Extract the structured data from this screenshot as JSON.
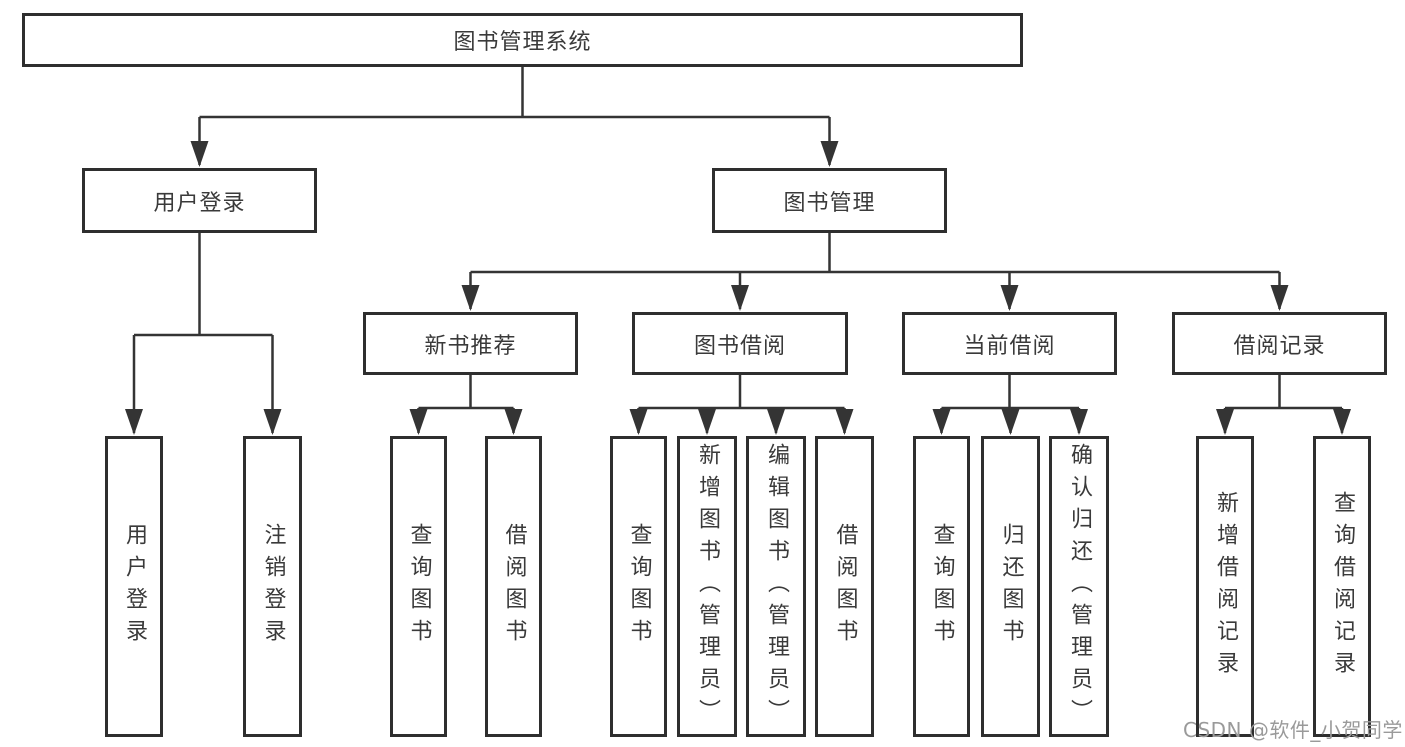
{
  "diagram": {
    "title": "图书管理系统",
    "nodes": {
      "root": {
        "label": "图书管理系统"
      },
      "userLogin": {
        "label": "用户登录"
      },
      "bookMgmt": {
        "label": "图书管理"
      },
      "newBook": {
        "label": "新书推荐"
      },
      "bookBorrow": {
        "label": "图书借阅"
      },
      "currentBorrow": {
        "label": "当前借阅"
      },
      "borrowRecords": {
        "label": "借阅记录"
      },
      "login": {
        "label": "用户登录"
      },
      "logout": {
        "label": "注销登录"
      },
      "nbQuery": {
        "label": "查询图书"
      },
      "nbBorrow": {
        "label": "借阅图书"
      },
      "bbQuery": {
        "label": "查询图书"
      },
      "bbAdd": {
        "label": "新增图书（管理员）"
      },
      "bbEdit": {
        "label": "编辑图书（管理员）"
      },
      "bbBorrow": {
        "label": "借阅图书"
      },
      "cbQuery": {
        "label": "查询图书"
      },
      "cbReturn": {
        "label": "归还图书"
      },
      "cbConfirm": {
        "label": "确认归还（管理员）"
      },
      "brAdd": {
        "label": "新增借阅记录"
      },
      "brQuery": {
        "label": "查询借阅记录"
      }
    },
    "watermark": "CSDN @软件_小贺同学",
    "colors": {
      "line": "#343434",
      "border": "#2e2e2e",
      "text": "#3a3a3a",
      "watermark_text": "#9a9a9a",
      "background": "#ffffff"
    }
  }
}
